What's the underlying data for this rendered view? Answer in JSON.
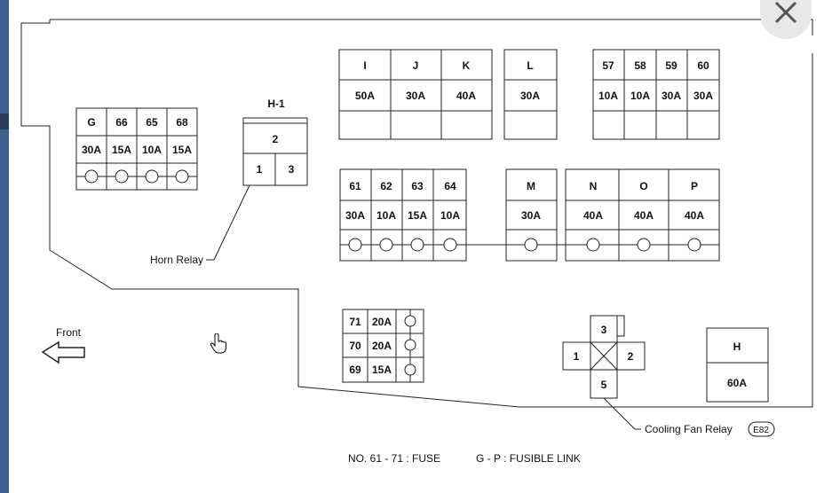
{
  "relays": {
    "horn_header": "H-1",
    "horn_pins": [
      "2",
      "1",
      "3"
    ],
    "horn_label": "Horn Relay",
    "fan_pins": [
      "3",
      "1",
      "2",
      "5"
    ],
    "fan_label": "Cooling Fan Relay",
    "fan_connector": "E82"
  },
  "blocks": {
    "g_block": {
      "headers": [
        "G",
        "66",
        "65",
        "68"
      ],
      "ratings": [
        "30A",
        "15A",
        "10A",
        "15A"
      ]
    },
    "ijk": {
      "headers": [
        "I",
        "J",
        "K"
      ],
      "ratings": [
        "50A",
        "30A",
        "40A"
      ]
    },
    "l": {
      "headers": [
        "L"
      ],
      "ratings": [
        "30A"
      ]
    },
    "b57_60": {
      "headers": [
        "57",
        "58",
        "59",
        "60"
      ],
      "ratings": [
        "10A",
        "10A",
        "30A",
        "30A"
      ]
    },
    "b61_64": {
      "headers": [
        "61",
        "62",
        "63",
        "64"
      ],
      "ratings": [
        "30A",
        "10A",
        "15A",
        "10A"
      ]
    },
    "m": {
      "headers": [
        "M"
      ],
      "ratings": [
        "30A"
      ]
    },
    "nop": {
      "headers": [
        "N",
        "O",
        "P"
      ],
      "ratings": [
        "40A",
        "40A",
        "40A"
      ]
    },
    "small": {
      "rows": [
        {
          "num": "71",
          "amp": "20A"
        },
        {
          "num": "70",
          "amp": "20A"
        },
        {
          "num": "69",
          "amp": "15A"
        }
      ]
    },
    "h": {
      "header": "H",
      "rating": "60A"
    }
  },
  "labels": {
    "front": "Front",
    "legend_fuse": "NO. 61 - 71 : FUSE",
    "legend_link": "G - P : FUSIBLE LINK"
  },
  "ui": {
    "close_icon": "close-icon",
    "cursor_icon": "hand-pointer-icon"
  }
}
